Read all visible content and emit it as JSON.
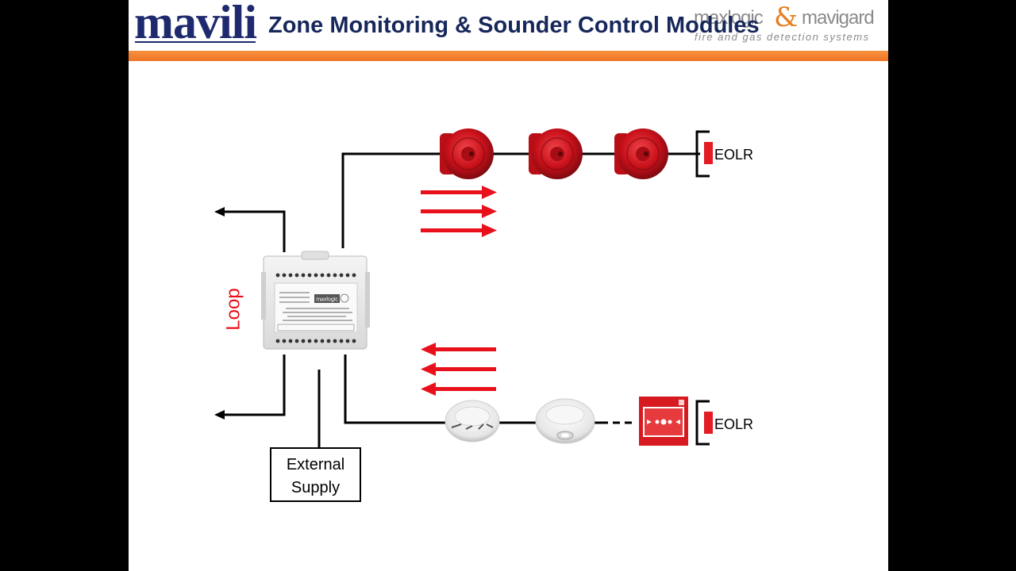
{
  "header": {
    "logo": "mavili",
    "title": "Zone Monitoring & Sounder Control Modules",
    "brand_left": "maxlogic",
    "brand_amp": "&",
    "brand_right": "mavigard",
    "brand_tagline": "fire and gas detection systems"
  },
  "diagram": {
    "loop_label": "Loop",
    "eolr_top": "EOLR",
    "eolr_bottom": "EOLR",
    "external_supply_line1": "External",
    "external_supply_line2": "Supply",
    "module_brand": "maxlogic",
    "colors": {
      "wire": "#000000",
      "arrow": "#e8101b",
      "loop_text": "#e8101b",
      "sounder": "#d0141c",
      "call_point": "#d61a1f",
      "accent": "#ef7425",
      "title": "#17275b"
    }
  }
}
